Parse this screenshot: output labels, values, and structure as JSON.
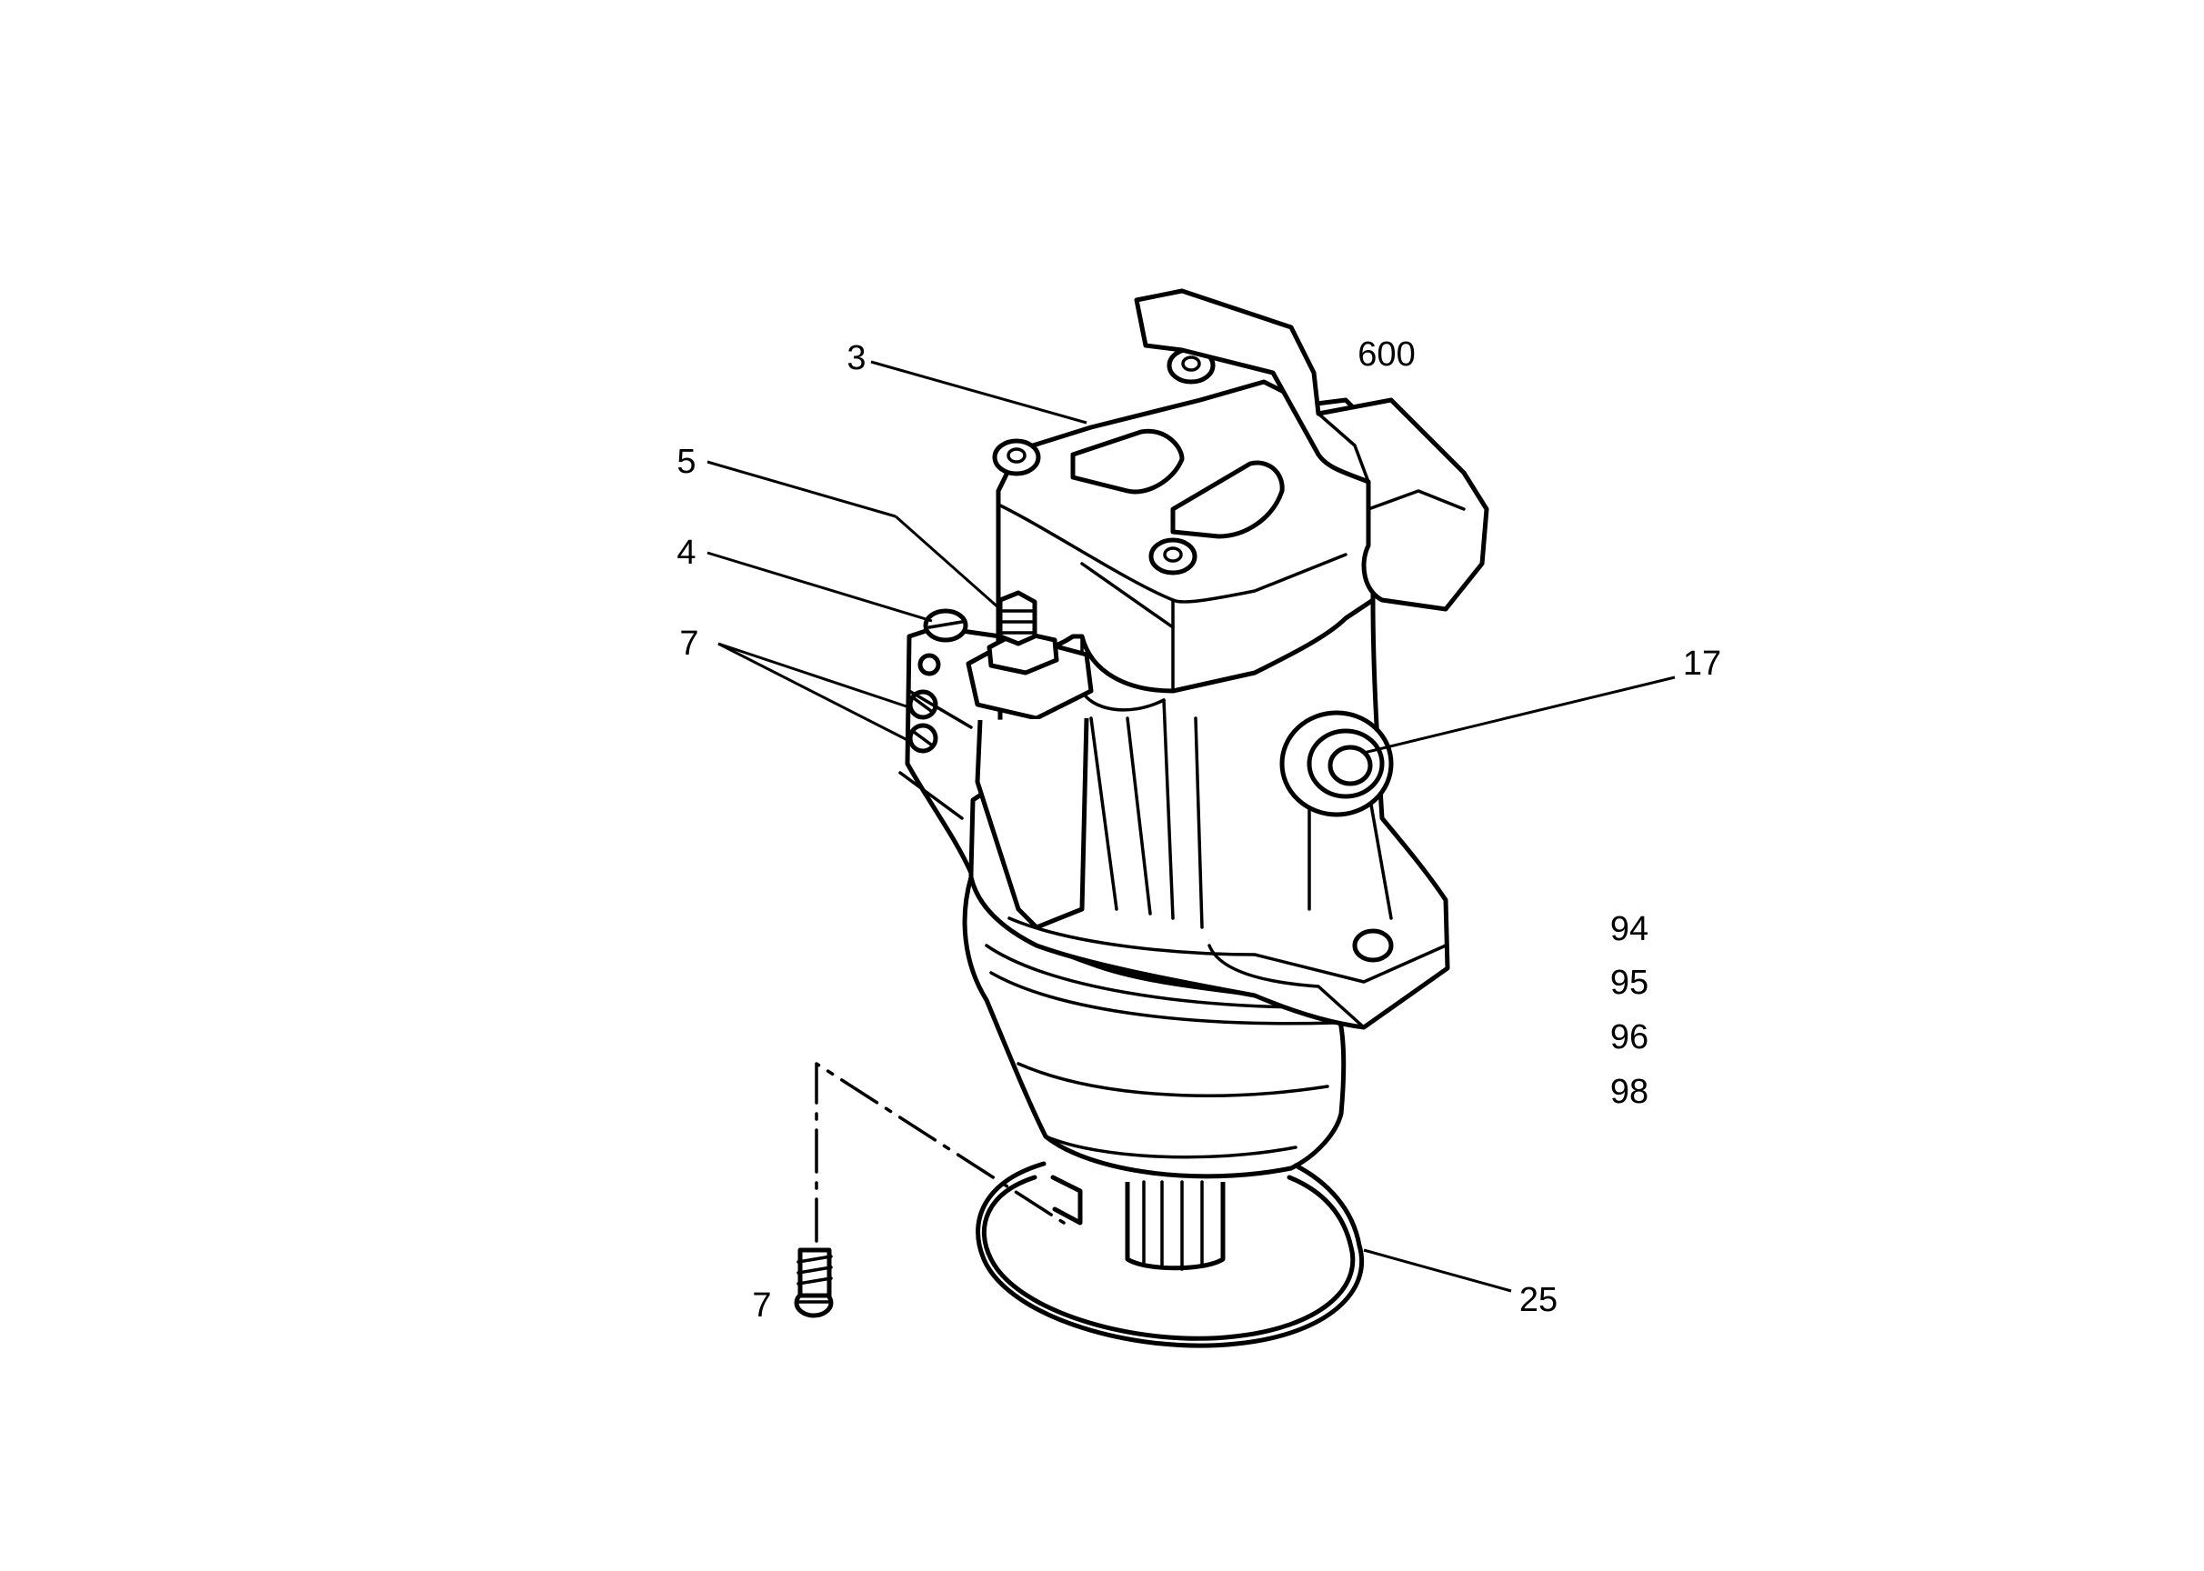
{
  "drawing": {
    "callouts": {
      "c3": "3",
      "c5": "5",
      "c4": "4",
      "c7a": "7",
      "c17": "17",
      "c600": "600",
      "c25": "25",
      "c7b": "7"
    },
    "parts_list": [
      "94",
      "95",
      "96",
      "98"
    ]
  }
}
